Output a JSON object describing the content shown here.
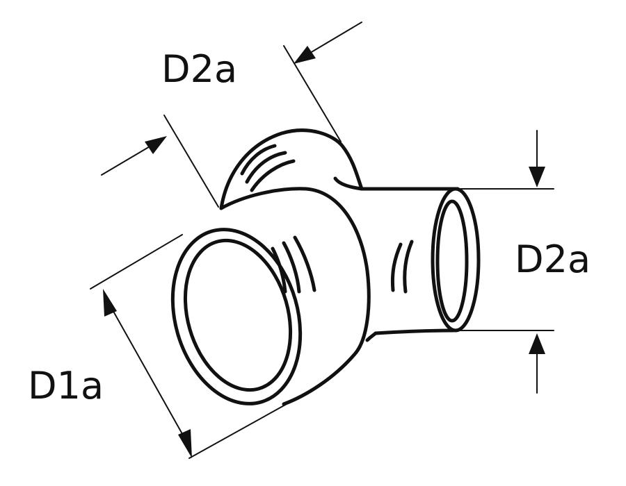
{
  "diagram": {
    "labels": {
      "top": "D2a",
      "right": "D2a",
      "left": "D1a"
    },
    "colors": {
      "stroke": "#111111",
      "background": "#ffffff"
    }
  }
}
